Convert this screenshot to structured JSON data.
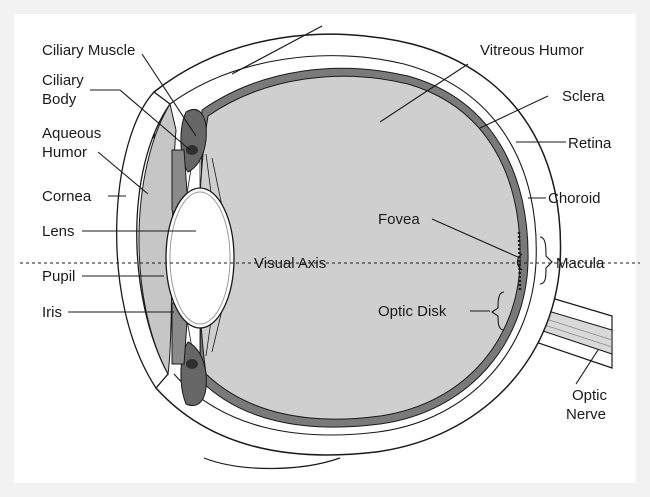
{
  "labels": {
    "ciliary_muscle": "Ciliary Muscle",
    "ciliary_body_1": "Ciliary",
    "ciliary_body_2": "Body",
    "aqueous_humor_1": "Aqueous",
    "aqueous_humor_2": "Humor",
    "cornea": "Cornea",
    "lens": "Lens",
    "pupil": "Pupil",
    "iris": "Iris",
    "vitreous_humor": "Vitreous Humor",
    "sclera": "Sclera",
    "retina": "Retina",
    "choroid": "Choroid",
    "fovea": "Fovea",
    "visual_axis": "Visual Axis",
    "macula": "Macula",
    "optic_disk": "Optic Disk",
    "optic_nerve_1": "Optic",
    "optic_nerve_2": "Nerve"
  }
}
